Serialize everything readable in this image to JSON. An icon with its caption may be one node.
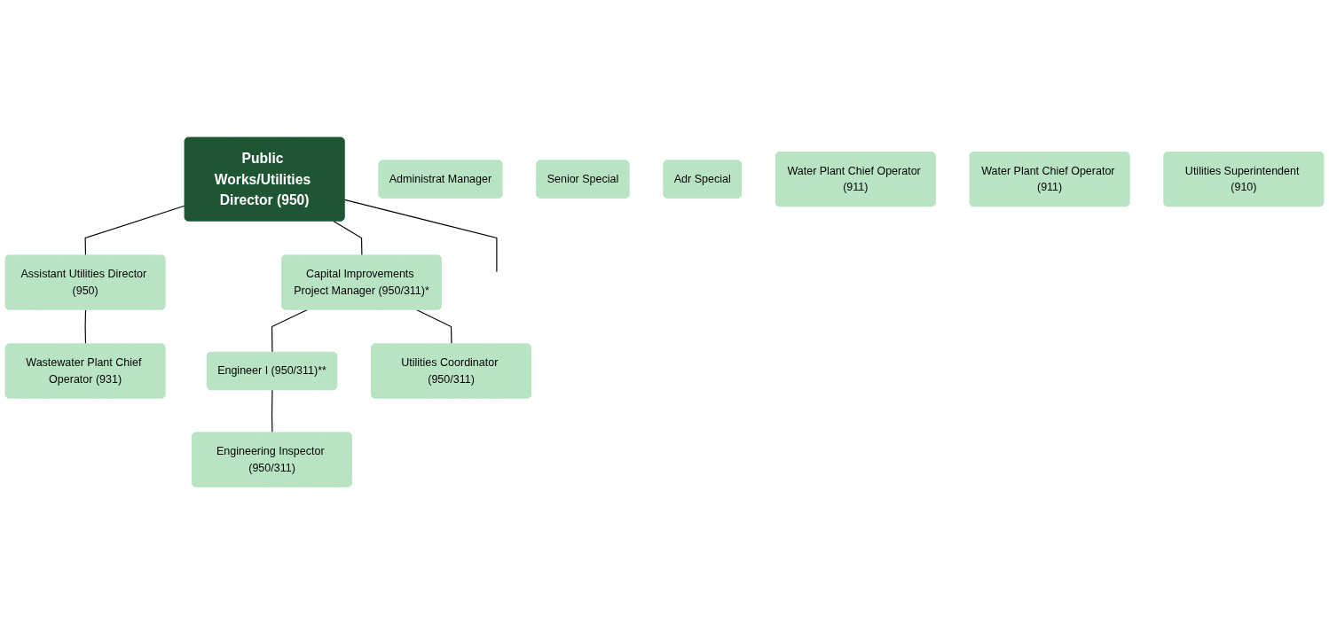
{
  "diagram": {
    "nodes": [
      {
        "text": [
          "Public Works/Utilities Director (950)"
        ]
      },
      {
        "text": [
          "Assistant Utilities Director (950)"
        ]
      },
      {
        "text": [
          "Capital Improvements Project Manager (950/311)*"
        ]
      },
      {
        "text": [
          "Administrat Manager"
        ]
      },
      {
        "text": [
          "Engineer I (950/311)**"
        ]
      },
      {
        "text": [
          "Senior Special"
        ]
      },
      {
        "text": [
          "Adr Special"
        ]
      },
      {
        "text": [
          "Water Plant Chief Operator (911)"
        ]
      },
      {
        "text": [
          "Water Plant Chief Operator (911)"
        ]
      },
      {
        "text": [
          "Wastewater Plant Chief Operator (931)"
        ]
      },
      {
        "text": [
          "Utilities Superintendent (910)"
        ]
      },
      {
        "text": [
          "Engineering Inspector (950/311)"
        ]
      },
      {
        "text": [
          "Utilities Coordinator (950/311)"
        ]
      }
    ],
    "edges": [
      {
        "from": 0,
        "to": 1,
        "arrow": "none"
      },
      {
        "from": 0,
        "to": 2,
        "arrow": "none"
      },
      {
        "from": 0,
        "to": null,
        "arrow": "none"
      },
      {
        "from": 1,
        "to": 9,
        "arrow": "none"
      },
      {
        "from": 2,
        "to": 4,
        "arrow": "none"
      },
      {
        "from": 2,
        "to": 12,
        "arrow": "none"
      },
      {
        "from": 4,
        "to": 11,
        "arrow": "none"
      }
    ]
  }
}
